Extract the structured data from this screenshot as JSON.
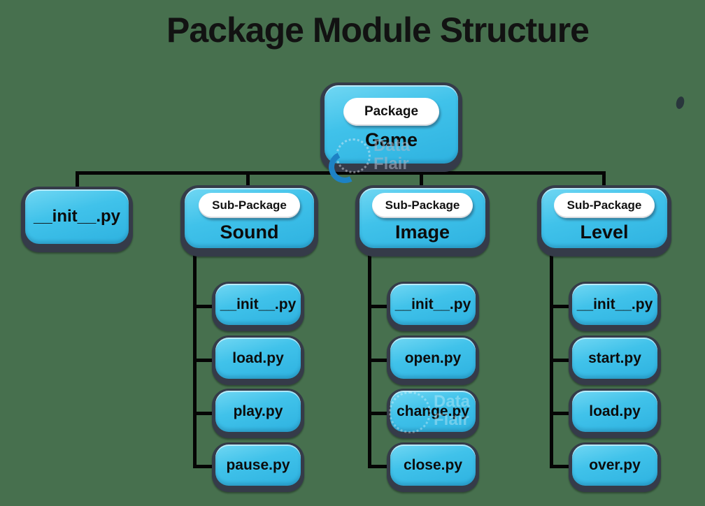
{
  "title": "Package Module Structure",
  "tree": {
    "root": {
      "badge": "Package",
      "label": "Game"
    },
    "children": [
      {
        "badge": "",
        "label": "__init__.py",
        "children": []
      },
      {
        "badge": "Sub-Package",
        "label": "Sound",
        "children": [
          "__init__.py",
          "load.py",
          "play.py",
          "pause.py"
        ]
      },
      {
        "badge": "Sub-Package",
        "label": "Image",
        "children": [
          "__init__.py",
          "open.py",
          "change.py",
          "close.py"
        ]
      },
      {
        "badge": "Sub-Package",
        "label": "Level",
        "children": [
          "__init__.py",
          "start.py",
          "load.py",
          "over.py"
        ]
      }
    ]
  },
  "watermark": {
    "line1": "Data",
    "line2": "Flair"
  },
  "colors": {
    "background": "#47704E",
    "node_fill": "#3EC1EA",
    "node_outline": "#353B49",
    "badge_fill": "#FFFFFF",
    "connector": "#050505",
    "title_text": "#121212",
    "watermark_blue": "#1D82C5"
  }
}
